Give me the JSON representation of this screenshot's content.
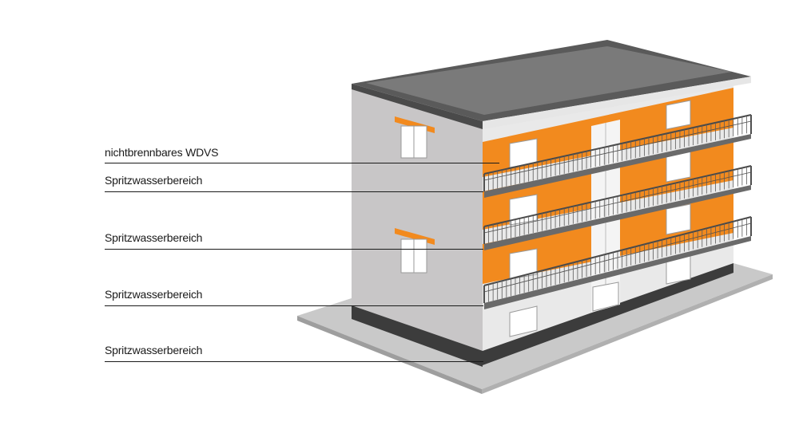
{
  "labels": [
    "nichtbrennbares WDVS",
    "Spritzwasserbereich",
    "Spritzwasserbereich",
    "Spritzwasserbereich",
    "Spritzwasserbereich"
  ],
  "colors": {
    "insulation": "#F28A1E",
    "facade_side": "#C8C6C7",
    "facade_front": "#E9E9E9",
    "roof": "#7A7A7A",
    "roof_edge": "#555555",
    "ground": "#C9C9C9",
    "base": "#3C3C3C",
    "railing": "#4A4A4A"
  },
  "icons": {
    "building": "apartment-building-illustration"
  }
}
